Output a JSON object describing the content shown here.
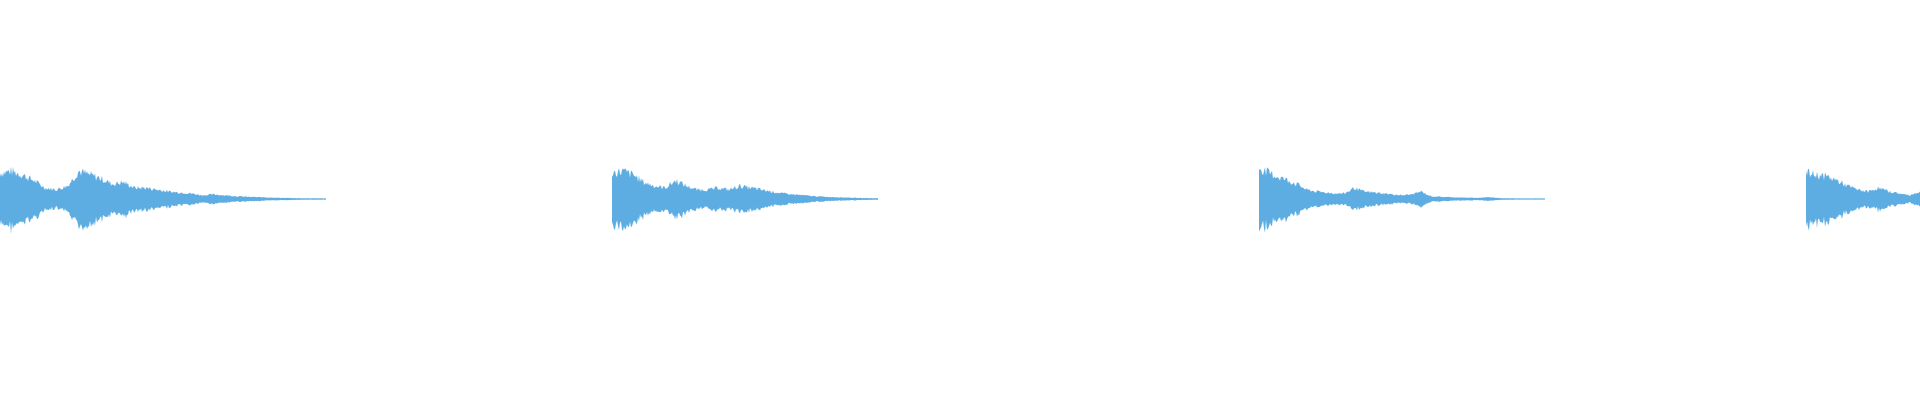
{
  "waveform": {
    "color": "#5dade2",
    "background": "#ffffff",
    "clips": [
      {
        "envelope": [
          0.14,
          0.15,
          0.13,
          0.1,
          0.06,
          0.05,
          0.07,
          0.15,
          0.13,
          0.11,
          0.08,
          0.09,
          0.06,
          0.06,
          0.05,
          0.04,
          0.035,
          0.03,
          0.02,
          0.025,
          0.02,
          0.015,
          0.012,
          0.01,
          0.008,
          0.006,
          0.005,
          0.004,
          0.004,
          0.003
        ]
      },
      {
        "envelope": [
          0.14,
          0.15,
          0.13,
          0.09,
          0.07,
          0.06,
          0.1,
          0.07,
          0.05,
          0.05,
          0.06,
          0.05,
          0.07,
          0.06,
          0.05,
          0.04,
          0.03,
          0.025,
          0.02,
          0.015,
          0.012,
          0.01,
          0.008,
          0.006,
          0.005,
          0.004
        ]
      },
      {
        "envelope": [
          0.17,
          0.14,
          0.12,
          0.1,
          0.08,
          0.05,
          0.04,
          0.035,
          0.03,
          0.03,
          0.06,
          0.04,
          0.035,
          0.03,
          0.025,
          0.02,
          0.025,
          0.04,
          0.015,
          0.012,
          0.01,
          0.008,
          0.007,
          0.006,
          0.01,
          0.006,
          0.004,
          0.003,
          0.0,
          0.003,
          0.003
        ]
      },
      {
        "envelope": [
          0.14,
          0.13,
          0.12,
          0.1,
          0.07,
          0.05,
          0.04,
          0.06,
          0.04,
          0.03,
          0.02,
          0.04
        ]
      }
    ]
  }
}
